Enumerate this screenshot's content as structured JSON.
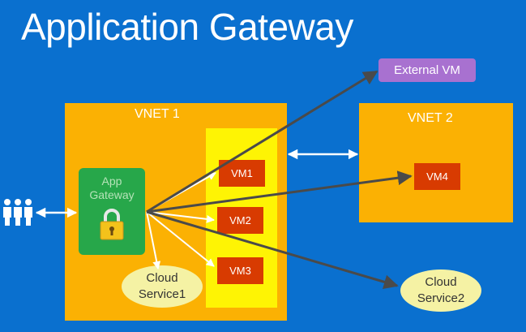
{
  "title": "Application Gateway",
  "vnet1": {
    "label": "VNET 1"
  },
  "vnet2": {
    "label": "VNET 2"
  },
  "app_gateway": {
    "line1": "App",
    "line2": "Gateway",
    "icon": "padlock-icon"
  },
  "vms": {
    "vm1": "VM1",
    "vm2": "VM2",
    "vm3": "VM3",
    "vm4": "VM4"
  },
  "external_vm": "External VM",
  "cloud_service1": {
    "line1": "Cloud",
    "line2": "Service1"
  },
  "cloud_service2": {
    "line1": "Cloud",
    "line2": "Service2"
  },
  "users_icon": "users-icon",
  "colors": {
    "background": "#0a70cf",
    "vnet": "#fbb103",
    "vm_column": "#fef404",
    "vm": "#d83b01",
    "app_gateway": "#27a74a",
    "cloud_service": "#f5f2a4",
    "external_vm": "#a871d0",
    "arrow_dark": "#4a4a4a",
    "arrow_light": "#ffffff"
  }
}
